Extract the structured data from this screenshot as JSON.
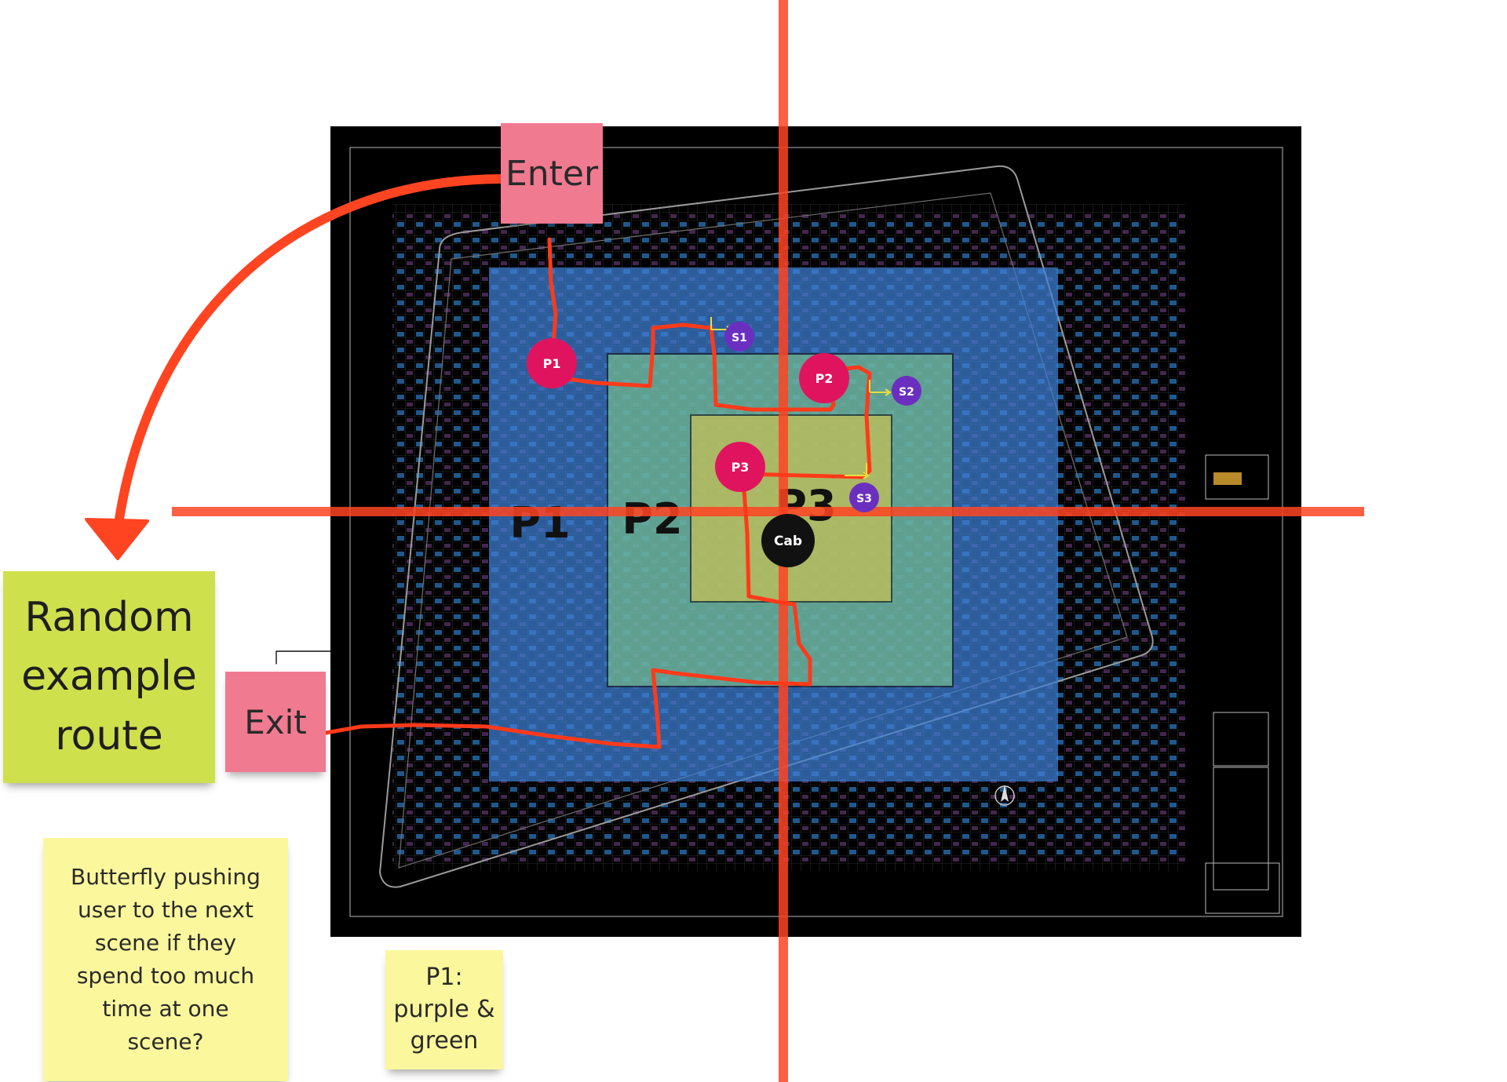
{
  "board": {
    "colors": {
      "plan_bg": "#000000",
      "plan_lines": "#8a8a8a",
      "zone_p1": "#3f7fd6",
      "zone_p2": "#7fc98a",
      "zone_p3": "#d9c64a",
      "axis": "#ff4422",
      "route": "#ff3a1a",
      "scene_marker": "#e0145e",
      "sub_marker": "#6b2fbf",
      "cab_marker": "#111111"
    },
    "zones": {
      "p1": "P1",
      "p2": "P2",
      "p3": "P3"
    },
    "scenes": [
      {
        "id": "p1",
        "label": "P1"
      },
      {
        "id": "p2",
        "label": "P2"
      },
      {
        "id": "p3",
        "label": "P3"
      }
    ],
    "subscenes": [
      {
        "id": "s1",
        "label": "S1"
      },
      {
        "id": "s2",
        "label": "S2"
      },
      {
        "id": "s3",
        "label": "S3"
      }
    ],
    "cab": "Cab"
  },
  "notes": {
    "enter": "Enter",
    "exit": "Exit",
    "route": [
      "Random",
      "example",
      "route"
    ],
    "butterfly": [
      "Butterfly pushing",
      "user to the next",
      "scene if they",
      "spend too much",
      "time at one",
      "scene?"
    ],
    "p1_colors": [
      "P1:",
      "purple &",
      "green"
    ]
  }
}
